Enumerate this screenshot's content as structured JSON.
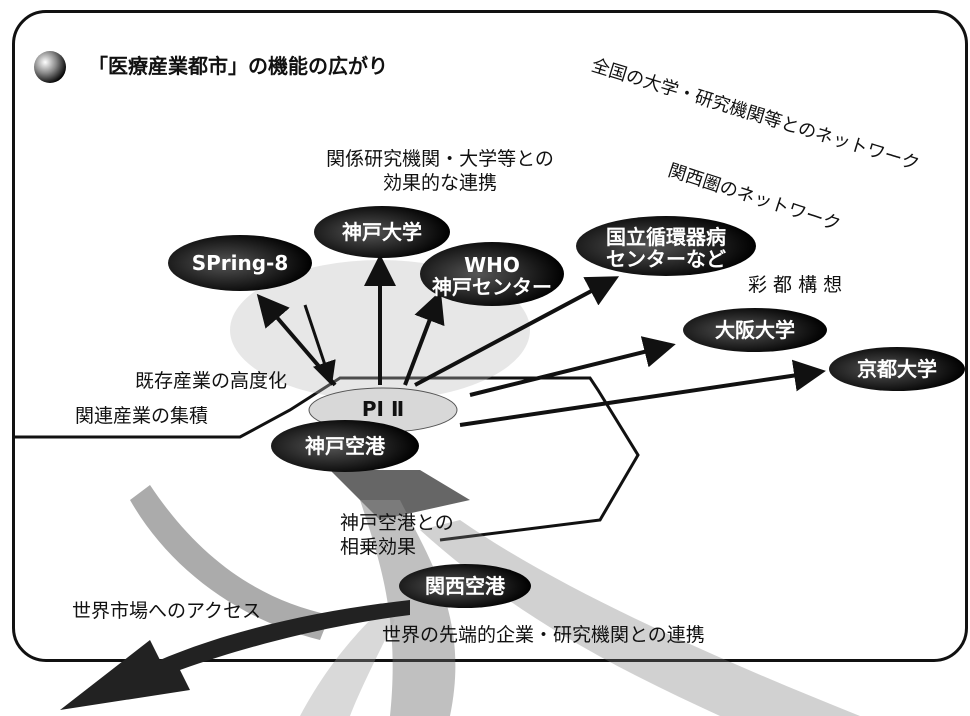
{
  "title": "「医療産業都市」の機能の広がり",
  "labels": {
    "national_network": "全国の大学・研究機関等とのネットワーク",
    "kansai_network": "関西圏のネットワーク",
    "research_cooperation_line1": "関係研究機関・大学等との",
    "research_cooperation_line2": "効果的な連携",
    "saito_concept": "彩 都 構 想",
    "existing_industry": "既存産業の高度化",
    "related_industry": "関連産業の集積",
    "synergy_line1": "神戸空港との",
    "synergy_line2": "相乗効果",
    "world_market_access": "世界市場へのアクセス",
    "world_cooperation": "世界の先端的企業・研究機関との連携"
  },
  "nodes": {
    "spring8": "SPring-8",
    "kobe_univ": "神戸大学",
    "who_line1": "WHO",
    "who_line2": "神戸センター",
    "ncvc_line1": "国立循環器病",
    "ncvc_line2": "センターなど",
    "osaka_univ": "大阪大学",
    "kyoto_univ": "京都大学",
    "pi2": "PI Ⅱ",
    "kobe_airport": "神戸空港",
    "kansai_airport": "関西空港"
  }
}
